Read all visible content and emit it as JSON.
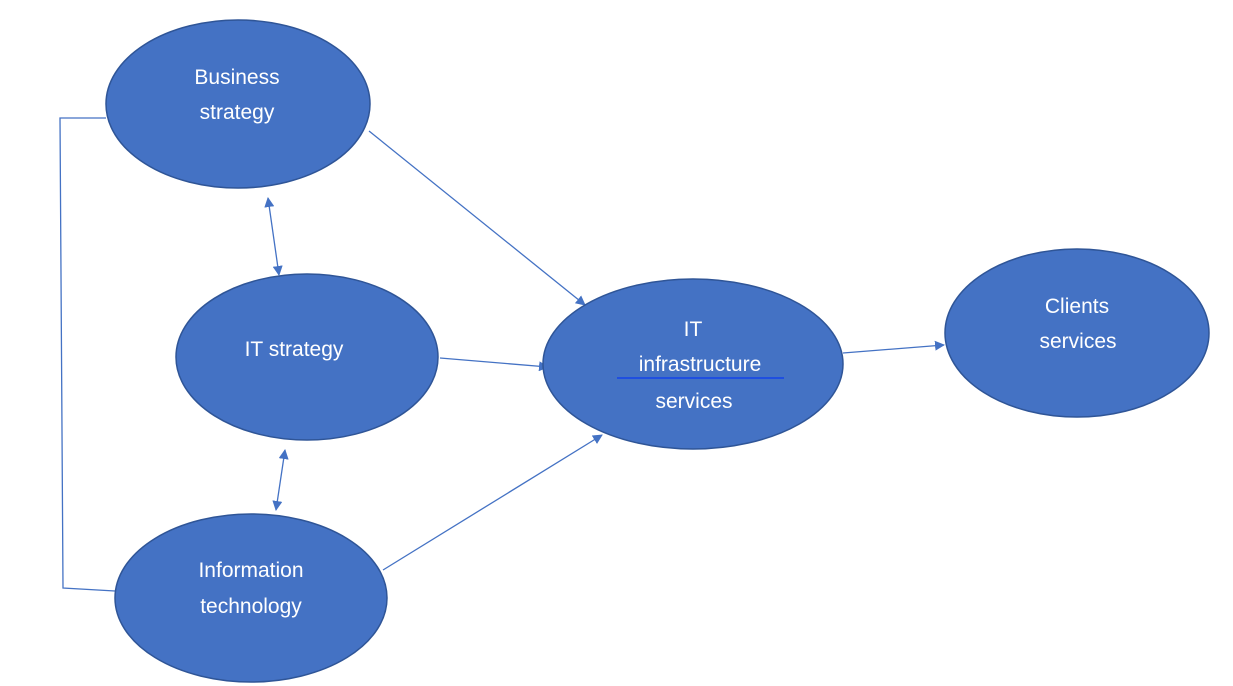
{
  "colors": {
    "node_fill": "#4472c4",
    "node_stroke": "#2f5597",
    "connector": "#4472c4",
    "label_text": "#ffffff",
    "underline": "#1f4fe0",
    "background": "#ffffff"
  },
  "nodes": {
    "business_strategy": {
      "line1": "Business",
      "line2": "strategy"
    },
    "it_strategy": {
      "line1": "IT strategy"
    },
    "information_technology": {
      "line1": "Information",
      "line2": "technology"
    },
    "it_infrastructure_services": {
      "line1": "IT",
      "line2": "infrastructure",
      "line3": "services"
    },
    "clients_services": {
      "line1": "Clients",
      "line2": "services"
    }
  },
  "edges": [
    {
      "from": "business_strategy",
      "to": "it_infrastructure_services",
      "type": "arrow"
    },
    {
      "from": "it_strategy",
      "to": "it_infrastructure_services",
      "type": "arrow"
    },
    {
      "from": "information_technology",
      "to": "it_infrastructure_services",
      "type": "arrow"
    },
    {
      "from": "it_infrastructure_services",
      "to": "clients_services",
      "type": "arrow"
    },
    {
      "from": "business_strategy",
      "to": "it_strategy",
      "type": "double-arrow"
    },
    {
      "from": "it_strategy",
      "to": "information_technology",
      "type": "double-arrow"
    },
    {
      "from": "business_strategy",
      "to": "information_technology",
      "type": "line"
    }
  ]
}
